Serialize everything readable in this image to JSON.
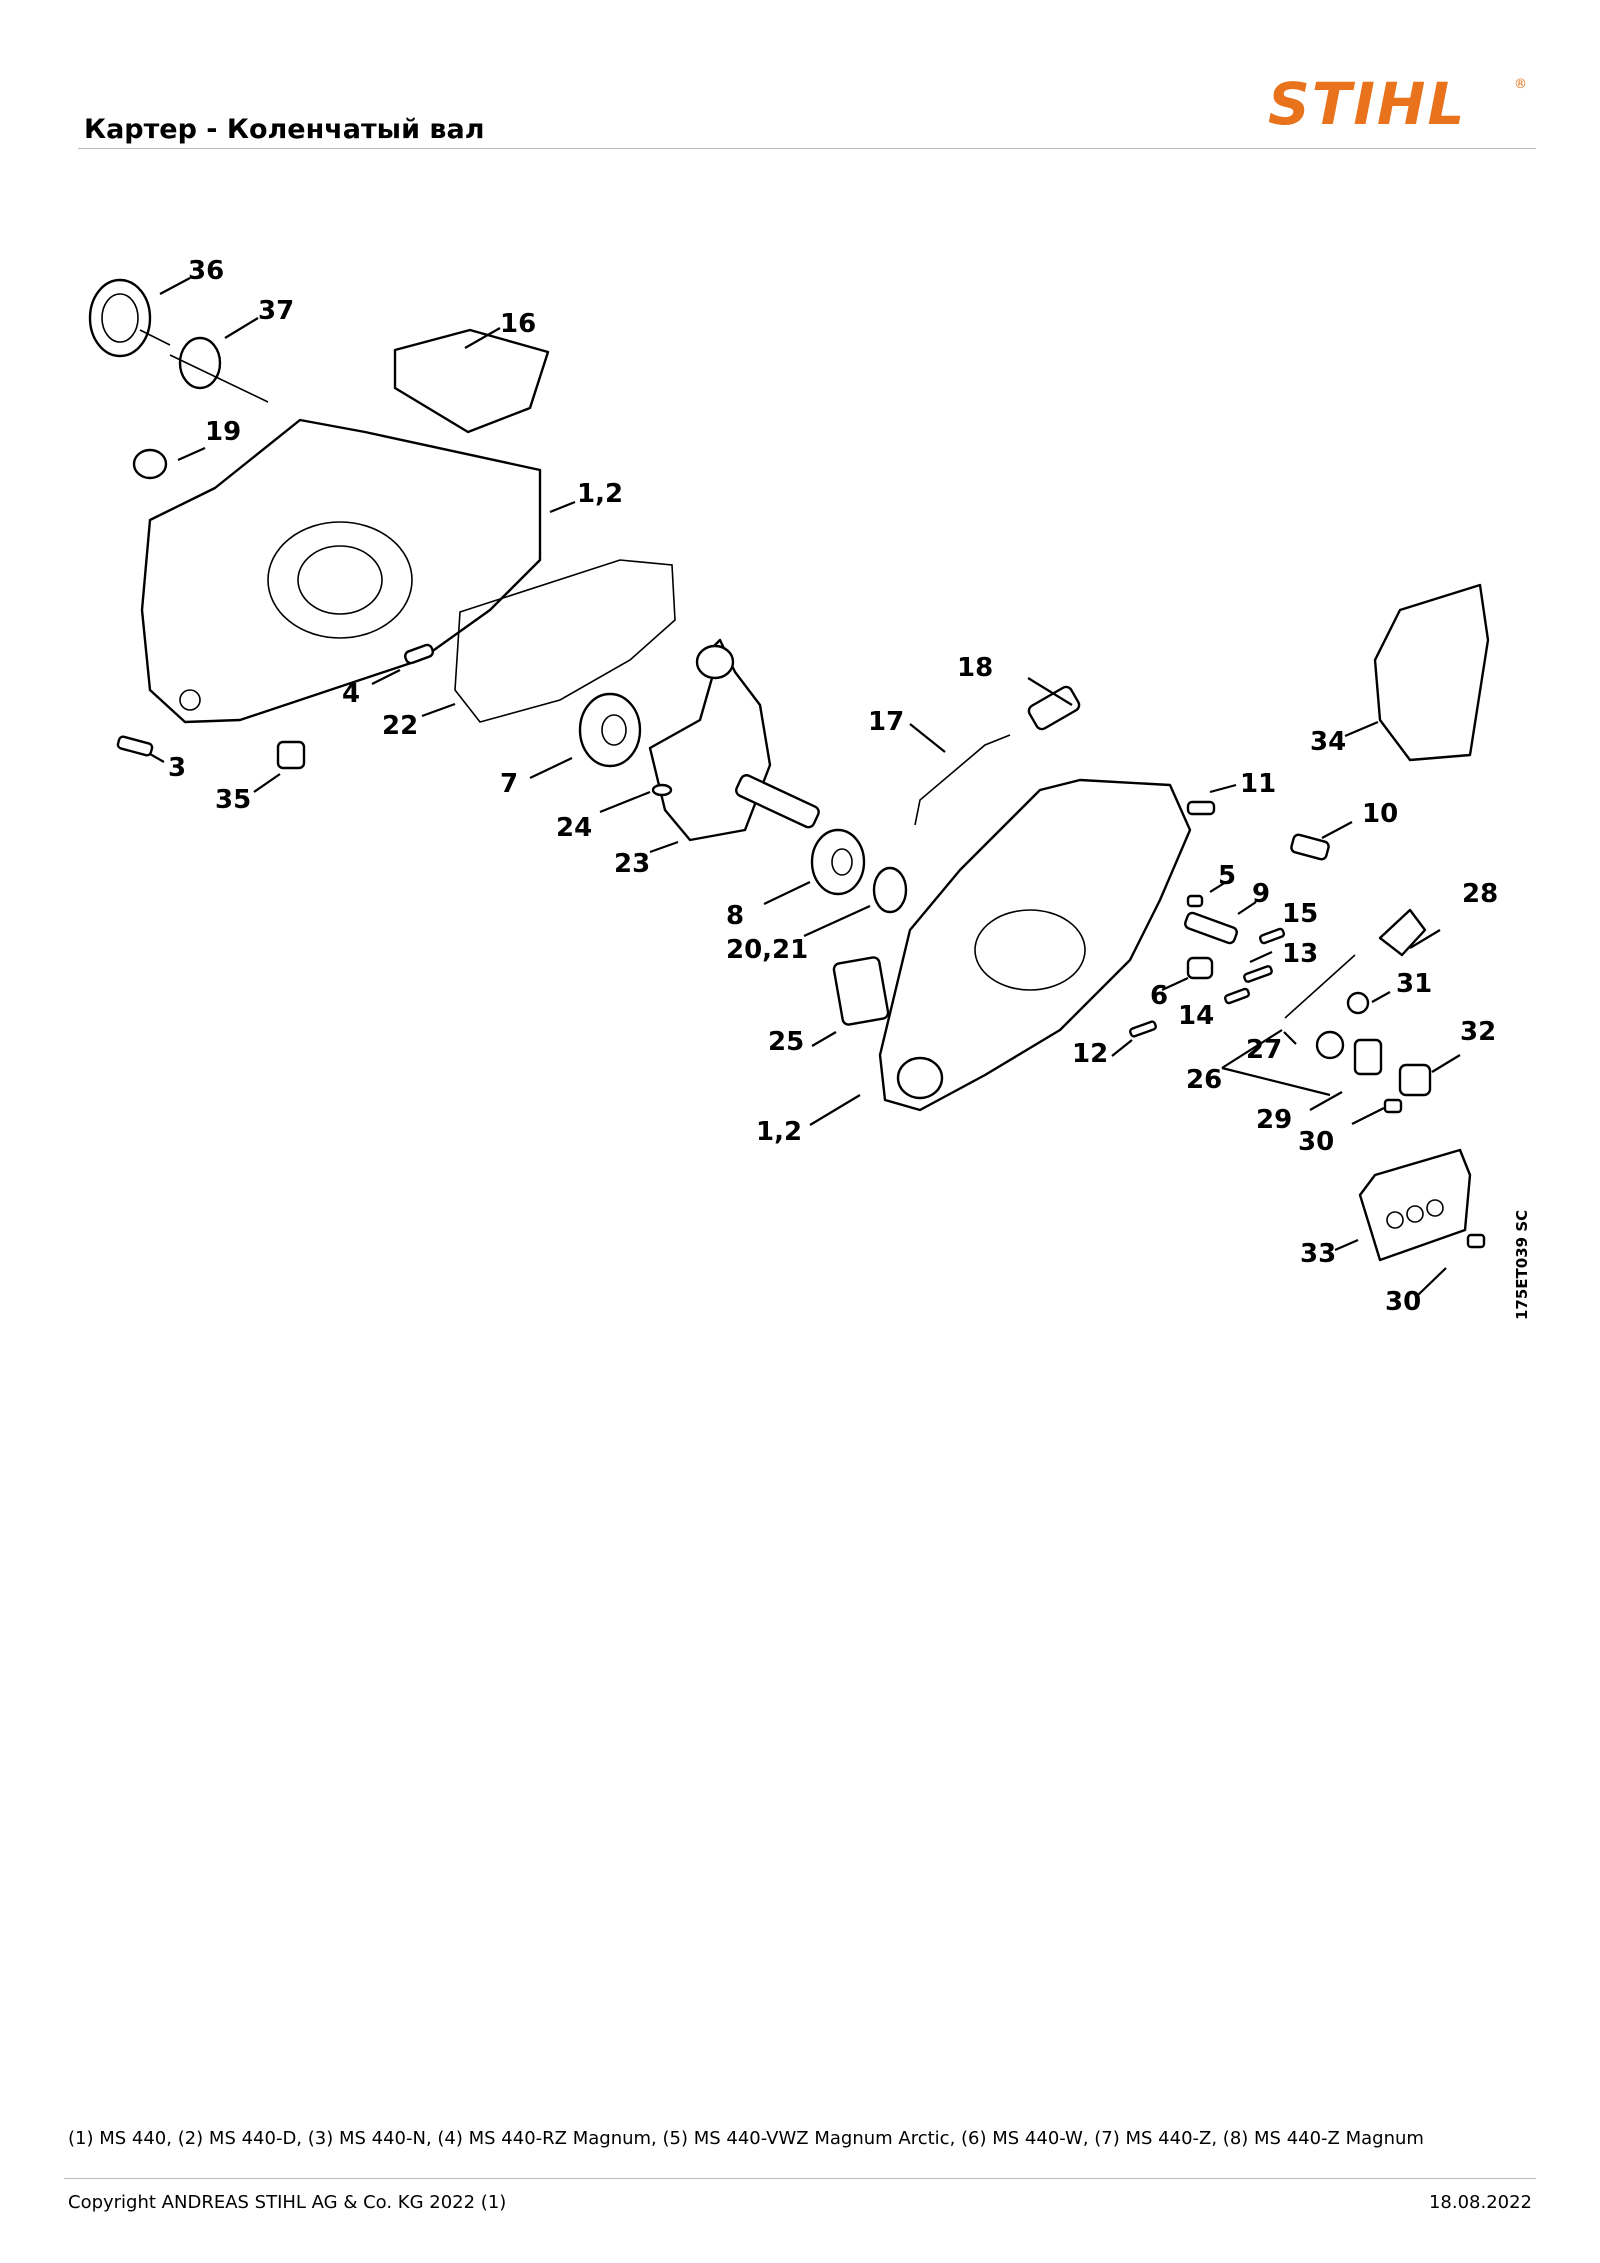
{
  "header": {
    "title": "Картер - Коленчатый вал",
    "brand": "STIHL",
    "brand_color": "#e8731c"
  },
  "diagram": {
    "code": "175ET039 SC",
    "callouts": [
      "36",
      "37",
      "16",
      "19",
      "1,2",
      "4",
      "22",
      "3",
      "35",
      "7",
      "24",
      "23",
      "18",
      "17",
      "34",
      "11",
      "10",
      "8",
      "20,21",
      "5",
      "9",
      "15",
      "28",
      "13",
      "6",
      "14",
      "31",
      "25",
      "27",
      "32",
      "12",
      "26",
      "29",
      "30",
      "1,2",
      "33",
      "30"
    ]
  },
  "models_note": "(1) MS 440, (2) MS 440-D, (3) MS 440-N, (4) MS 440-RZ Magnum, (5) MS 440-VWZ Magnum Arctic, (6) MS 440-W, (7) MS 440-Z, (8) MS 440-Z Magnum",
  "footer": {
    "copyright": "Copyright ANDREAS STIHL AG & Co. KG 2022 (1)",
    "date": "18.08.2022"
  }
}
